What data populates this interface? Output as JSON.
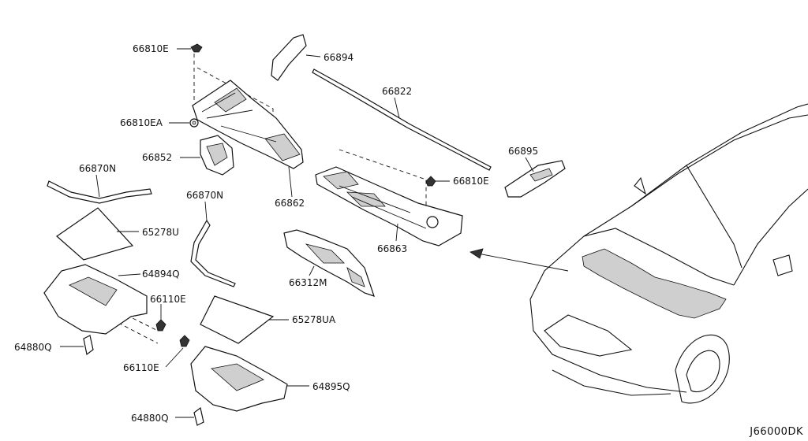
{
  "labels": {
    "p66810E_top": "66810E",
    "p66810EA": "66810EA",
    "p66852": "66852",
    "p66870N_left": "66870N",
    "p65278U": "65278U",
    "p64894Q": "64894Q",
    "p66110E_right": "66110E",
    "p64880Q_left": "64880Q",
    "p66894": "66894",
    "p66822": "66822",
    "p66862": "66862",
    "p66870N_mid": "66870N",
    "p65278UA": "65278UA",
    "p66110E_left": "66110E",
    "p64895Q": "64895Q",
    "p64880Q_bottom": "64880Q",
    "p66312M": "66312M",
    "p66863": "66863",
    "p66895": "66895",
    "p66810E_right": "66810E"
  },
  "diagram_code": "J66000DK"
}
